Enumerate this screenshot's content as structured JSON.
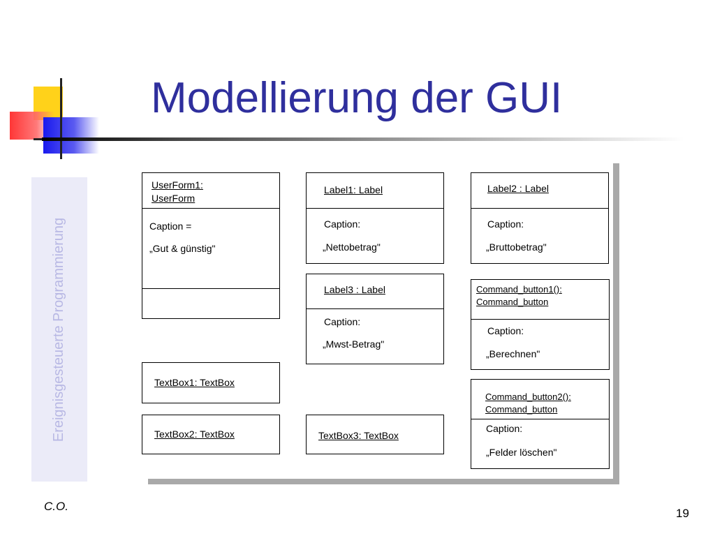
{
  "slide": {
    "title": "Modellierung der GUI",
    "side_label": "Ereignisgesteuerte Programmierung",
    "footer_author": "C.O.",
    "page_number": "19"
  },
  "colors": {
    "title": "#2f2f9d",
    "side_text": "#b8b8e4",
    "side_bar": "#ebebf8",
    "logo_yellow": "#ffd21a",
    "logo_red": "#ff2020",
    "logo_blue": "#1a1aee"
  },
  "diagram": {
    "userform": {
      "name_line1": "UserForm1:",
      "name_line2": "UserForm",
      "attr_line1": "Caption =",
      "attr_line2": "„Gut & günstig\""
    },
    "label1": {
      "name": "Label1: Label",
      "attr_line1": "Caption:",
      "attr_line2": "„Nettobetrag\""
    },
    "label2": {
      "name": "Label2 : Label",
      "attr_line1": "Caption:",
      "attr_line2": "„Bruttobetrag\""
    },
    "label3": {
      "name": "Label3 : Label",
      "attr_line1": "Caption:",
      "attr_line2": "„Mwst-Betrag\""
    },
    "command1": {
      "name_line1": "Command_button1():",
      "name_line2": "Command_button",
      "attr_line1": "Caption:",
      "attr_line2": "„Berechnen\""
    },
    "command2": {
      "name_line1": "Command_button2():",
      "name_line2": "Command_button",
      "attr_line1": "Caption:",
      "attr_line2": "„Felder löschen\""
    },
    "textbox1": {
      "name": "TextBox1: TextBox"
    },
    "textbox2": {
      "name": "TextBox2: TextBox"
    },
    "textbox3": {
      "name": "TextBox3: TextBox"
    }
  }
}
